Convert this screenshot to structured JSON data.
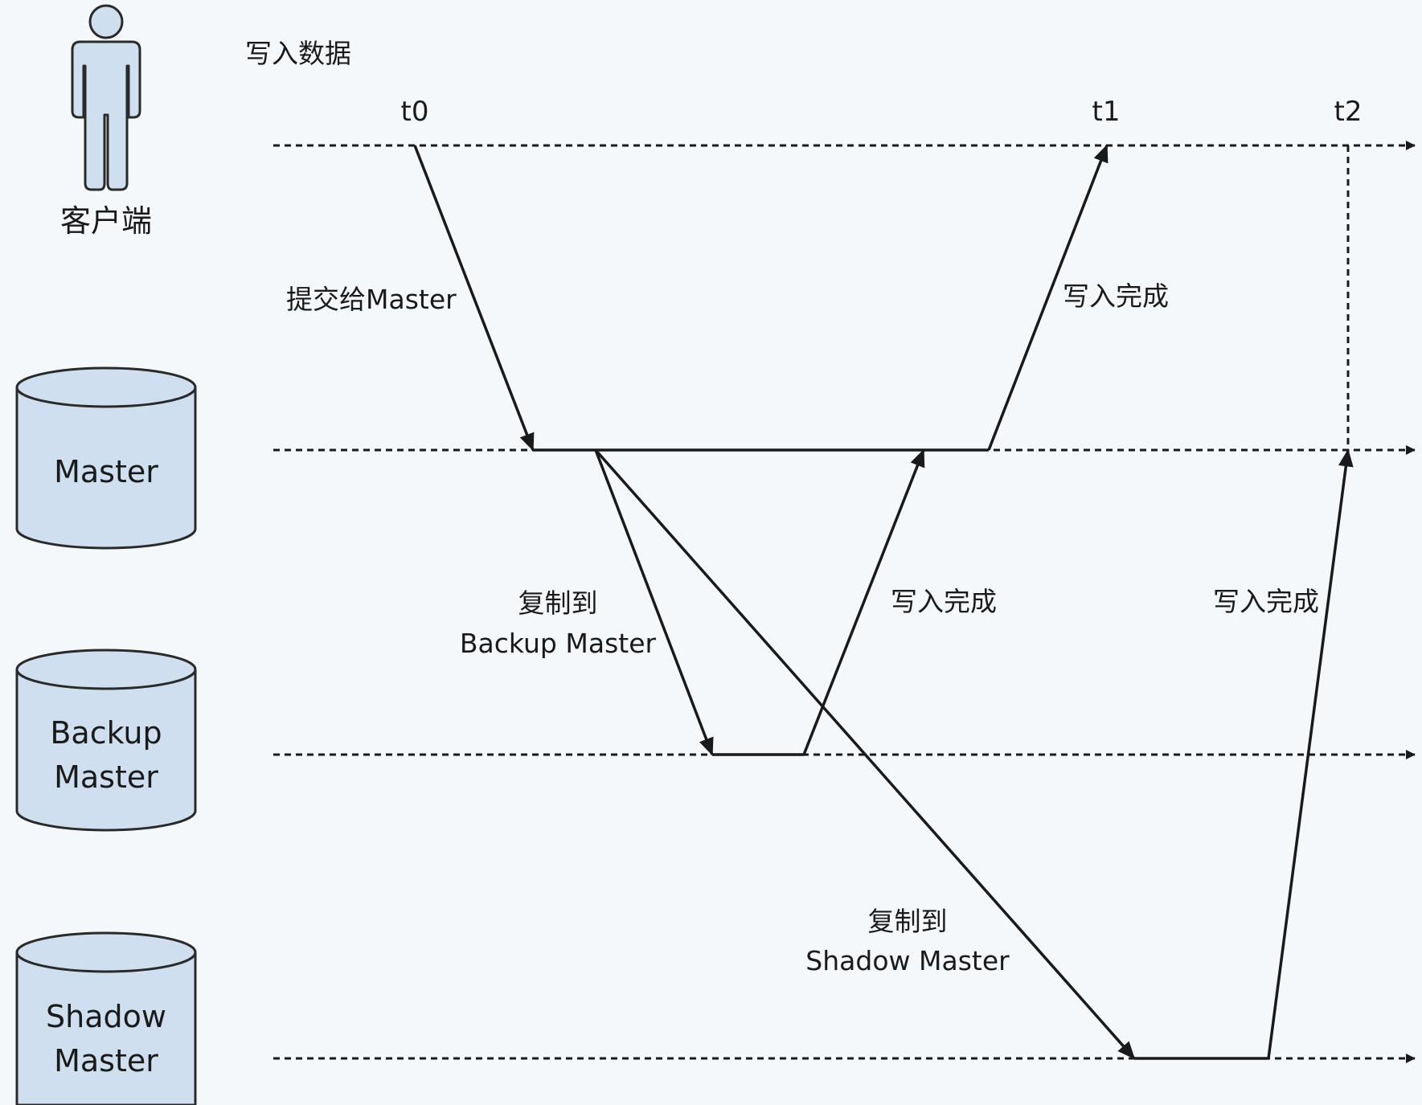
{
  "title": "写入数据",
  "time_labels": {
    "t0": "t0",
    "t1": "t1",
    "t2": "t2"
  },
  "actors": {
    "client": {
      "label": "客户端",
      "icon": "person-icon"
    },
    "master": {
      "line1": "Master"
    },
    "backup_master": {
      "line1": "Backup",
      "line2": "Master"
    },
    "shadow_master": {
      "line1": "Shadow",
      "line2": "Master"
    }
  },
  "messages": {
    "submit": "提交给Master",
    "client_ack": "写入完成",
    "replicate_backup_line1": "复制到",
    "replicate_backup_line2": "Backup Master",
    "backup_ack": "写入完成",
    "replicate_shadow_line1": "复制到",
    "replicate_shadow_line2": "Shadow Master",
    "shadow_ack": "写入完成"
  },
  "colors": {
    "background": "#f4f8fb",
    "node_fill": "#cfdfef",
    "stroke": "#1a1a1a"
  }
}
